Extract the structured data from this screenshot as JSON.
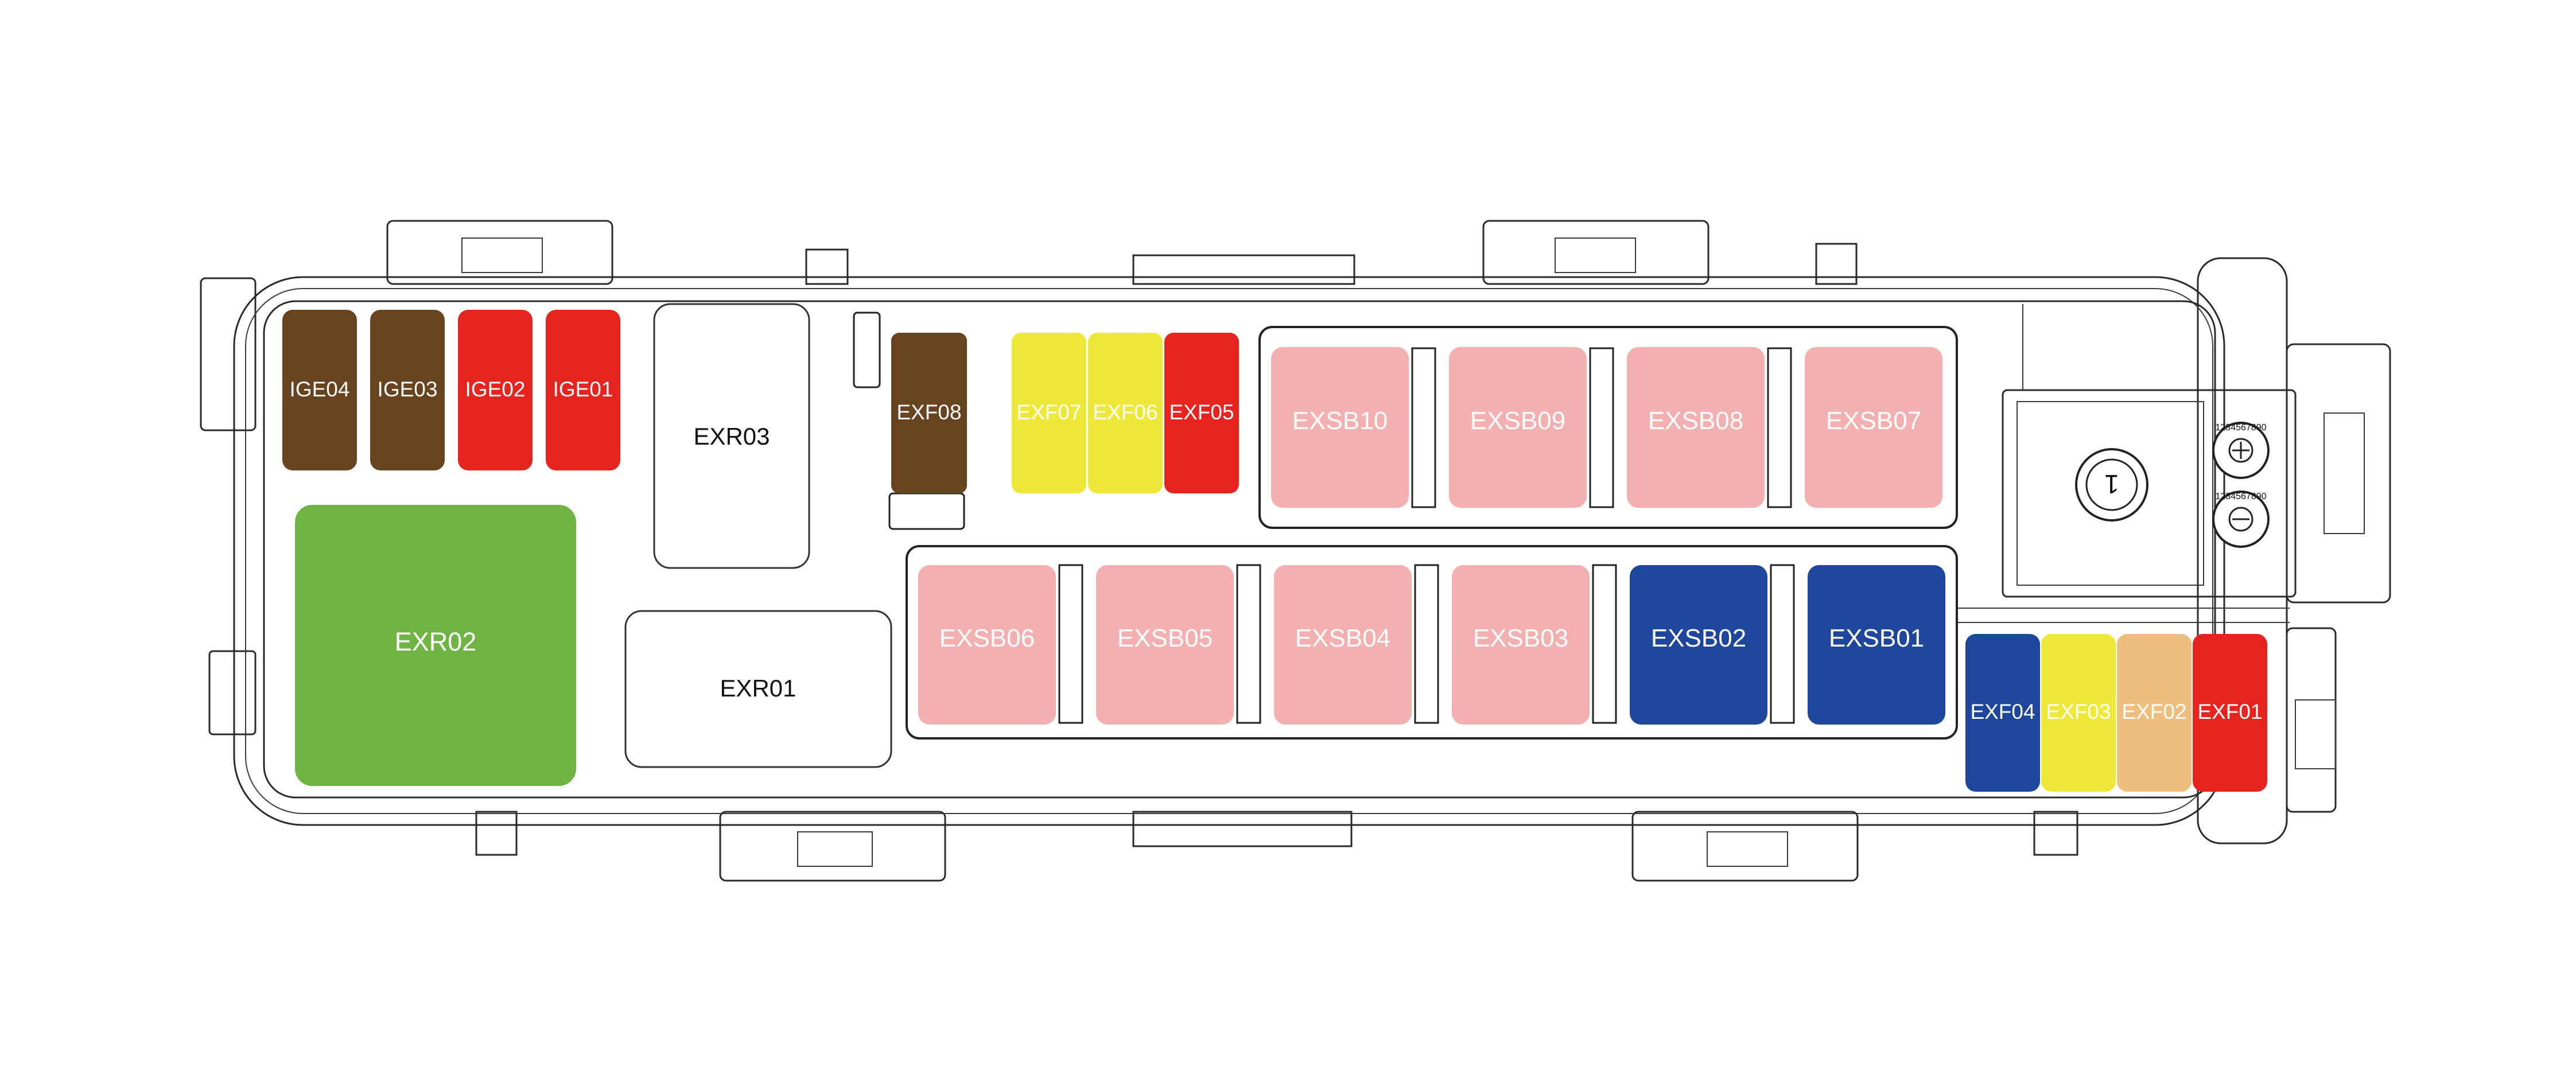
{
  "colors": {
    "brown": "#67431F",
    "red": "#E5231F",
    "yellow": "#EEE83A",
    "pink": "#F3B0B0",
    "navy": "#1E469A",
    "peach": "#EEBE7E",
    "green": "#6FB444",
    "white": "#FFFFFF"
  },
  "components": {
    "IGE04": {
      "label": "IGE04",
      "color": "brown"
    },
    "IGE03": {
      "label": "IGE03",
      "color": "brown"
    },
    "IGE02": {
      "label": "IGE02",
      "color": "red"
    },
    "IGE01": {
      "label": "IGE01",
      "color": "red"
    },
    "EXR03": {
      "label": "EXR03",
      "color": "white"
    },
    "EXR02": {
      "label": "EXR02",
      "color": "green"
    },
    "EXR01": {
      "label": "EXR01",
      "color": "white"
    },
    "EXF08": {
      "label": "EXF08",
      "color": "brown"
    },
    "EXF07": {
      "label": "EXF07",
      "color": "yellow"
    },
    "EXF06": {
      "label": "EXF06",
      "color": "yellow"
    },
    "EXF05": {
      "label": "EXF05",
      "color": "red"
    },
    "EXSB10": {
      "label": "EXSB10",
      "color": "pink"
    },
    "EXSB09": {
      "label": "EXSB09",
      "color": "pink"
    },
    "EXSB08": {
      "label": "EXSB08",
      "color": "pink"
    },
    "EXSB07": {
      "label": "EXSB07",
      "color": "pink"
    },
    "EXSB06": {
      "label": "EXSB06",
      "color": "pink"
    },
    "EXSB05": {
      "label": "EXSB05",
      "color": "pink"
    },
    "EXSB04": {
      "label": "EXSB04",
      "color": "pink"
    },
    "EXSB03": {
      "label": "EXSB03",
      "color": "pink"
    },
    "EXSB02": {
      "label": "EXSB02",
      "color": "navy"
    },
    "EXSB01": {
      "label": "EXSB01",
      "color": "navy"
    },
    "EXF04": {
      "label": "EXF04",
      "color": "navy"
    },
    "EXF03": {
      "label": "EXF03",
      "color": "yellow"
    },
    "EXF02": {
      "label": "EXF02",
      "color": "peach"
    },
    "EXF01": {
      "label": "EXF01",
      "color": "red"
    }
  },
  "marks": {
    "screw_label": "1",
    "dial_top": "1234567890",
    "dial_bottom": "1234567890"
  }
}
